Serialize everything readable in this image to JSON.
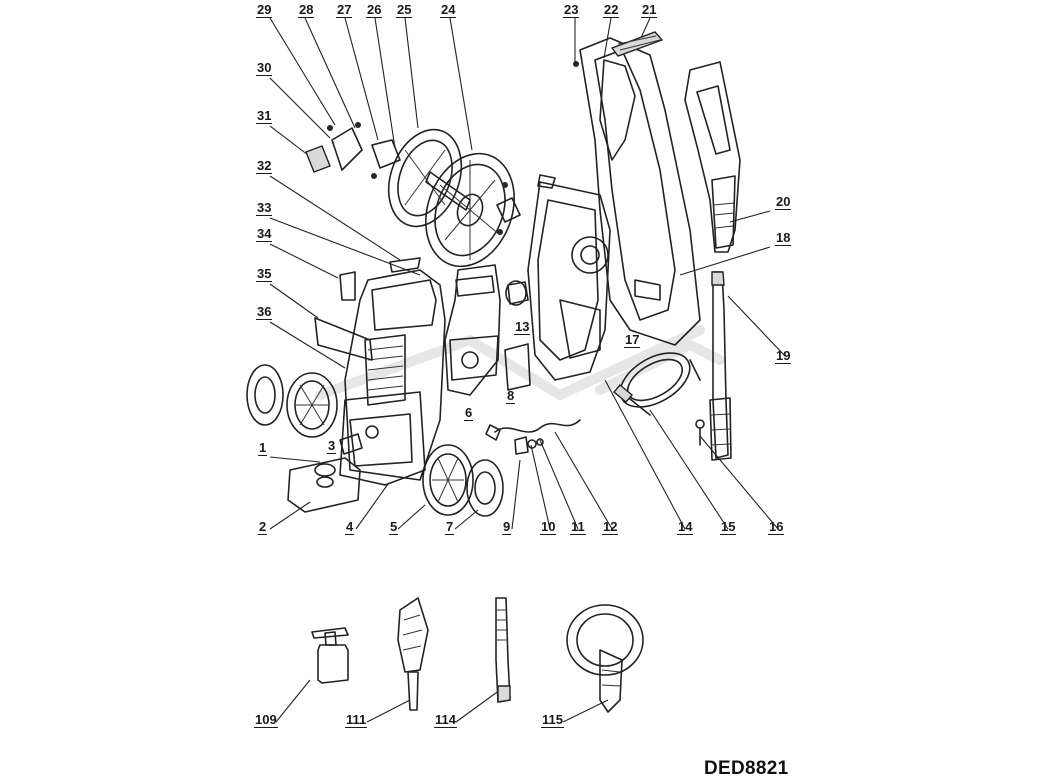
{
  "model": "DED8821",
  "part_labels": [
    {
      "id": "p29",
      "text": "29"
    },
    {
      "id": "p28",
      "text": "28"
    },
    {
      "id": "p27",
      "text": "27"
    },
    {
      "id": "p26",
      "text": "26"
    },
    {
      "id": "p25",
      "text": "25"
    },
    {
      "id": "p24",
      "text": "24"
    },
    {
      "id": "p23",
      "text": "23"
    },
    {
      "id": "p22",
      "text": "22"
    },
    {
      "id": "p21",
      "text": "21"
    },
    {
      "id": "p30",
      "text": "30"
    },
    {
      "id": "p31",
      "text": "31"
    },
    {
      "id": "p32",
      "text": "32"
    },
    {
      "id": "p33",
      "text": "33"
    },
    {
      "id": "p34",
      "text": "34"
    },
    {
      "id": "p35",
      "text": "35"
    },
    {
      "id": "p36",
      "text": "36"
    },
    {
      "id": "p20",
      "text": "20"
    },
    {
      "id": "p18",
      "text": "18"
    },
    {
      "id": "p13",
      "text": "13"
    },
    {
      "id": "p17",
      "text": "17"
    },
    {
      "id": "p19",
      "text": "19"
    },
    {
      "id": "p6",
      "text": "6"
    },
    {
      "id": "p8",
      "text": "8"
    },
    {
      "id": "p3",
      "text": "3"
    },
    {
      "id": "p1",
      "text": "1"
    },
    {
      "id": "p2",
      "text": "2"
    },
    {
      "id": "p4",
      "text": "4"
    },
    {
      "id": "p5",
      "text": "5"
    },
    {
      "id": "p7",
      "text": "7"
    },
    {
      "id": "p9",
      "text": "9"
    },
    {
      "id": "p10",
      "text": "10"
    },
    {
      "id": "p11",
      "text": "11"
    },
    {
      "id": "p12",
      "text": "12"
    },
    {
      "id": "p14",
      "text": "14"
    },
    {
      "id": "p15",
      "text": "15"
    },
    {
      "id": "p16",
      "text": "16"
    },
    {
      "id": "p109",
      "text": "109"
    },
    {
      "id": "p111",
      "text": "111"
    },
    {
      "id": "p114",
      "text": "114"
    },
    {
      "id": "p115",
      "text": "115"
    }
  ]
}
